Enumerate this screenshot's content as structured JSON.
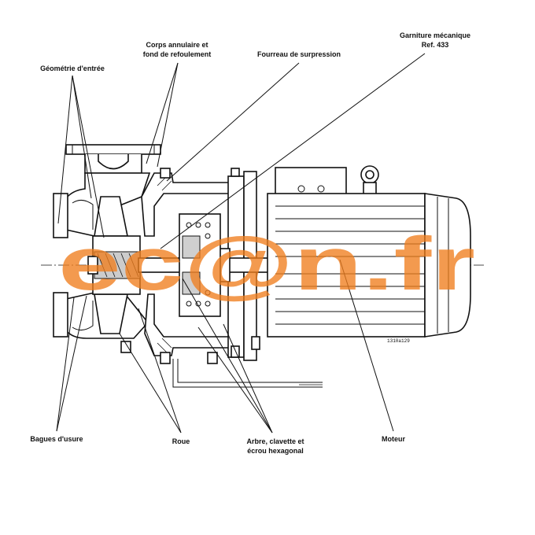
{
  "labels": {
    "corps": [
      "Corps annulaire et",
      "fond de refoulement"
    ],
    "fourreau": [
      "Fourreau de surpression"
    ],
    "garniture": [
      "Garniture mécanique",
      "Ref. 433"
    ],
    "geometrie": [
      "Géométrie d'entrée"
    ],
    "bagues": [
      "Bagues d'usure"
    ],
    "roue": [
      "Roue"
    ],
    "arbre": [
      "Arbre, clavette et",
      "écrou hexagonal"
    ],
    "moteur": [
      "Moteur"
    ]
  },
  "drawing_code": "1310a129",
  "watermark": "ec@n.fr",
  "colors": {
    "line": "#111111",
    "watermark": "#f07d1e",
    "background": "#ffffff"
  }
}
